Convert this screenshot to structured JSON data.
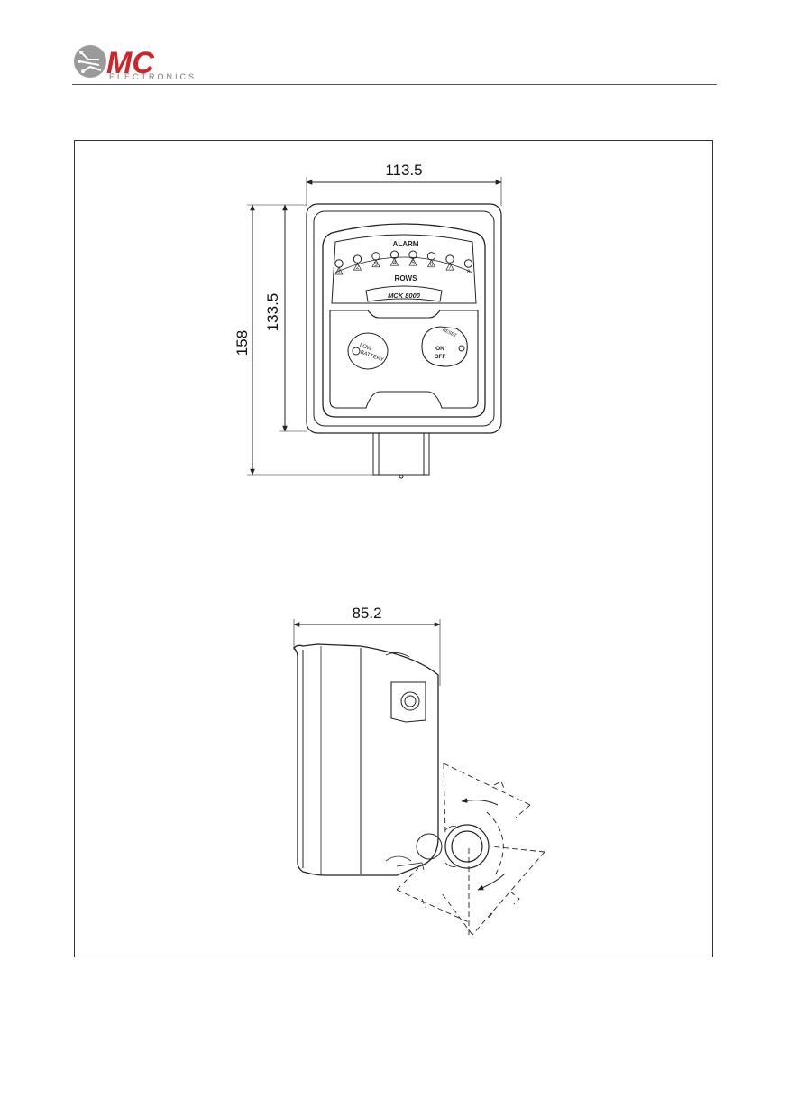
{
  "header": {
    "logo": {
      "mark": "MC",
      "subtitle": "ELECTRONICS",
      "colors": {
        "red": "#d2232a",
        "gray": "#8a8a8a"
      }
    }
  },
  "front_view": {
    "dimensions": {
      "width": "113.5",
      "height_total": "158",
      "height_body": "133.5"
    },
    "panel": {
      "alarm_label": "ALARM",
      "rows_label": "ROWS",
      "row_numbers": [
        "1",
        "2",
        "3",
        "4",
        "5",
        "6",
        "7",
        "8"
      ],
      "model": "MCK 8000",
      "low_battery_label": [
        "LOW",
        "BATTERY"
      ],
      "switch_labels": {
        "on": "ON",
        "off": "OFF",
        "reset": "RESET"
      }
    }
  },
  "side_view": {
    "dimensions": {
      "depth": "85.2"
    }
  }
}
